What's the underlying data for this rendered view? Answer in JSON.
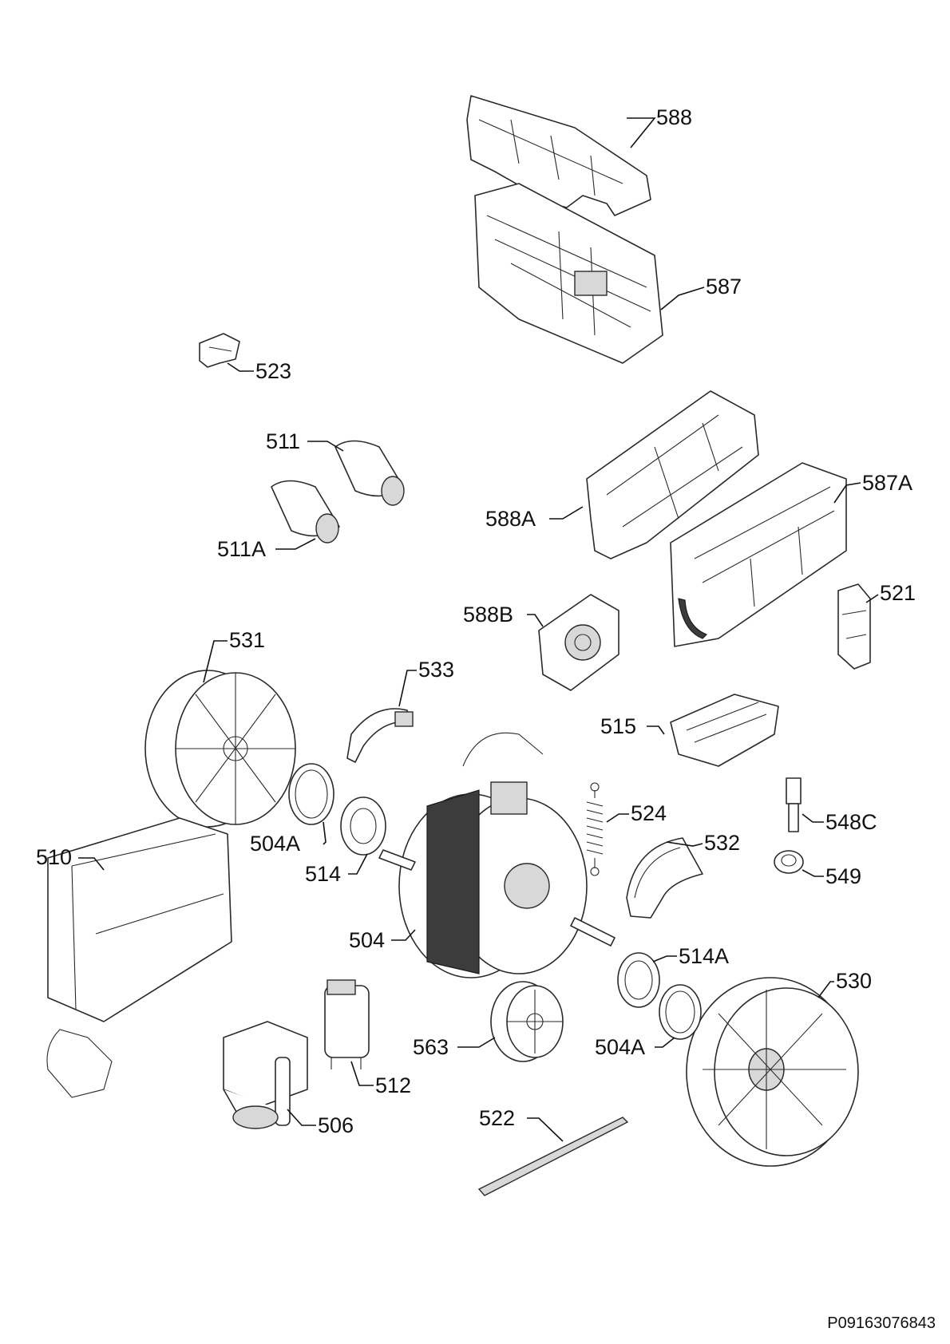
{
  "callouts": {
    "c588": "588",
    "c587": "587",
    "c523": "523",
    "c511": "511",
    "c511a": "511A",
    "c588a": "588A",
    "c587a": "587A",
    "c588b": "588B",
    "c521": "521",
    "c531": "531",
    "c533": "533",
    "c515": "515",
    "c504a_top": "504A",
    "c514": "514",
    "c524": "524",
    "c532": "532",
    "c548c": "548C",
    "c549": "549",
    "c510": "510",
    "c504": "504",
    "c514a": "514A",
    "c530": "530",
    "c563": "563",
    "c504a_bottom": "504A",
    "c512": "512",
    "c506": "506",
    "c522": "522"
  },
  "document_id": "P09163076843"
}
